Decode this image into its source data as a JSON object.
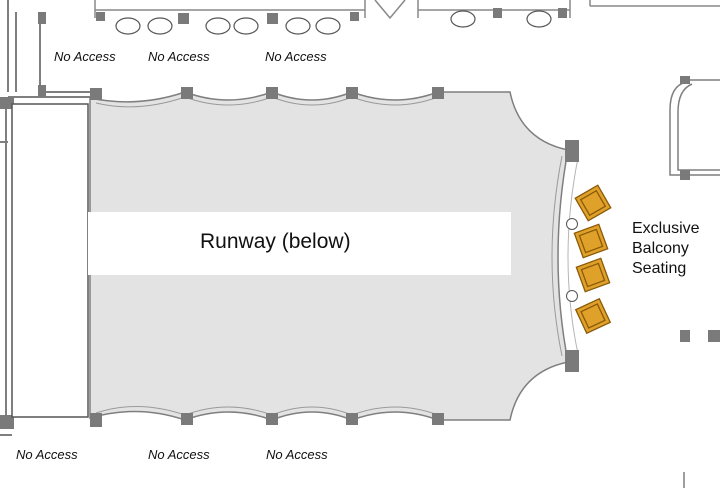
{
  "labels": {
    "no_access_top": [
      "No Access",
      "No Access",
      "No Access"
    ],
    "no_access_bottom": [
      "No Access",
      "No Access",
      "No Access"
    ],
    "runway": "Runway (below)",
    "balcony": [
      "Exclusive",
      "Balcony",
      "Seating"
    ]
  },
  "colors": {
    "floor": "#e3e3e3",
    "wall": "#7f7f7f",
    "column": "#7a7a7a",
    "runway": "#ffffff",
    "chair_fill": "#e0a12a",
    "chair_outline": "#8a5a08",
    "text": "#111111"
  },
  "icons": {
    "chair": "armchair-icon",
    "column": "column-square-icon",
    "table": "round-table-icon"
  }
}
